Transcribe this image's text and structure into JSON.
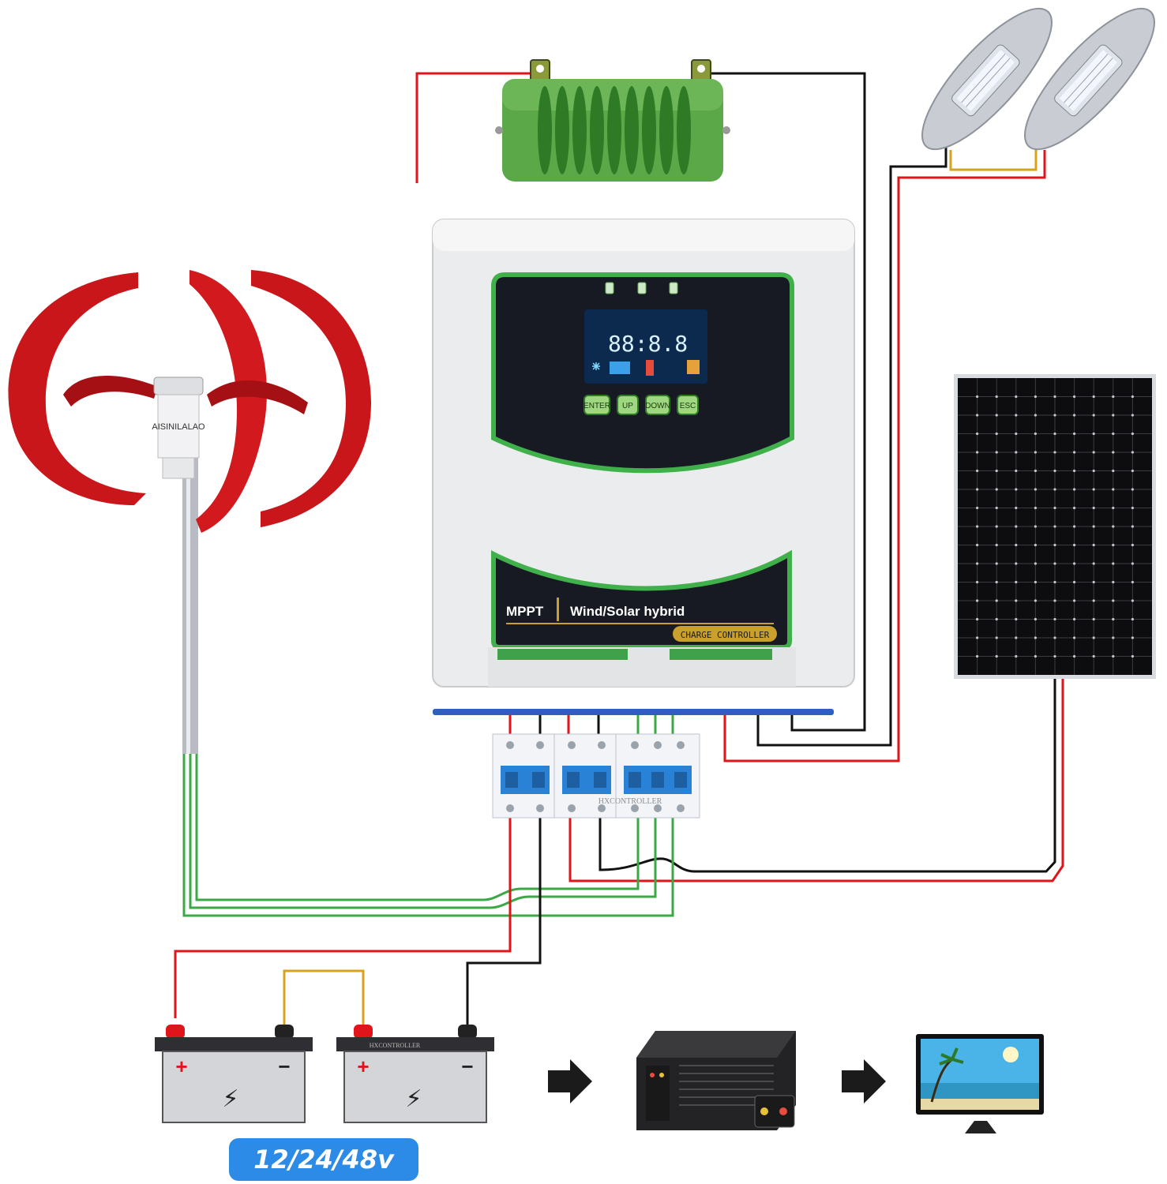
{
  "controller": {
    "brand_left": "MPPT",
    "brand_right": "Wind/Solar hybrid",
    "subtitle": "CHARGE CONTROLLER",
    "lcd_digits": "88:8.8",
    "buttons": [
      "ENTER",
      "UP",
      "DOWN",
      "ESC"
    ]
  },
  "wind_turbine": {
    "label": "AISINILALAO"
  },
  "breakers": {
    "label": "HXCONTROLLER"
  },
  "battery": {
    "label": "HXCONTROLLER",
    "plus": "+",
    "minus": "−",
    "bolt": "⚡",
    "voltage": "12/24/48v"
  },
  "icons": {
    "arrow_1": "right-arrow-icon",
    "arrow_2": "right-arrow-icon",
    "turbine": "wind-turbine-icon",
    "resistor": "dump-load-resistor-icon",
    "lamps": "street-lamp-icon",
    "panel": "solar-panel-icon",
    "inverter": "inverter-icon",
    "tv": "television-icon"
  },
  "colors": {
    "wire_red": "#e0141b",
    "wire_black": "#111111",
    "wire_green": "#39a845",
    "wire_yellow": "#d9a21b",
    "turbine_red": "#c8161b",
    "resistor_green": "#4f9a3c",
    "accent_blue": "#2b8be6"
  }
}
